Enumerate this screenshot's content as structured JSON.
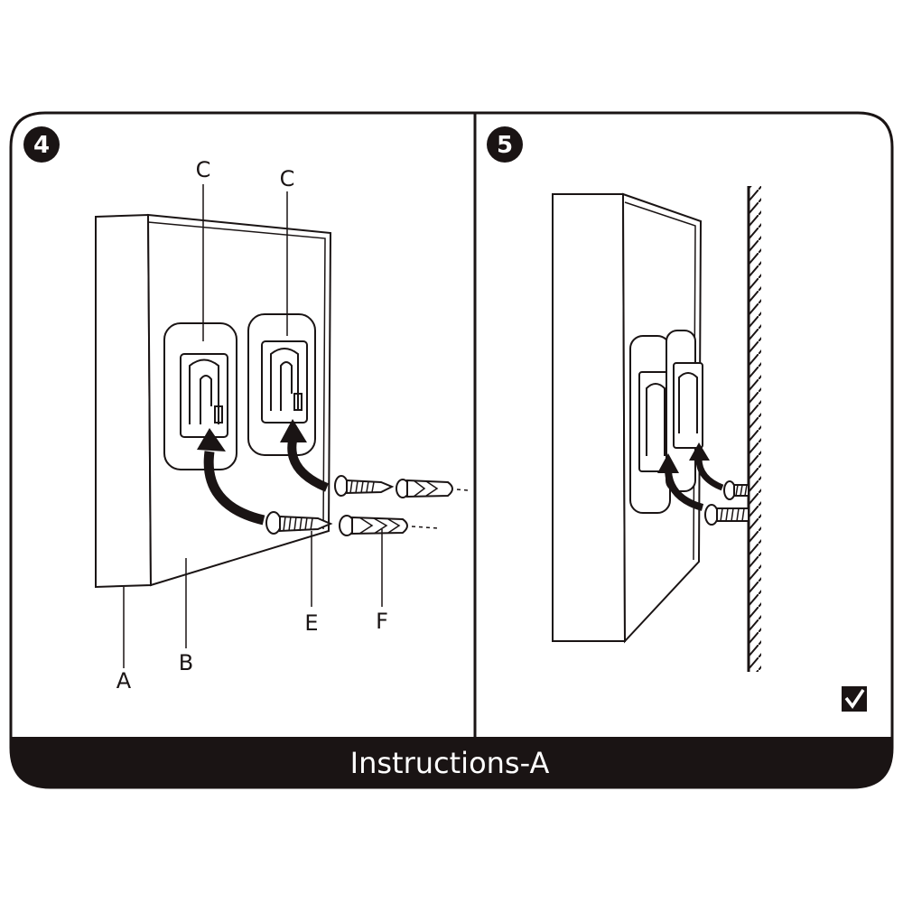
{
  "footer": {
    "title": "Instructions-A"
  },
  "panels": [
    {
      "step": "4",
      "labels": {
        "a": "A",
        "b": "B",
        "c1": "C",
        "c2": "C",
        "e": "E",
        "f": "F"
      }
    },
    {
      "step": "5",
      "check_icon": "checkmark-icon"
    }
  ],
  "colors": {
    "ink": "#1a1414",
    "paper": "#ffffff"
  }
}
